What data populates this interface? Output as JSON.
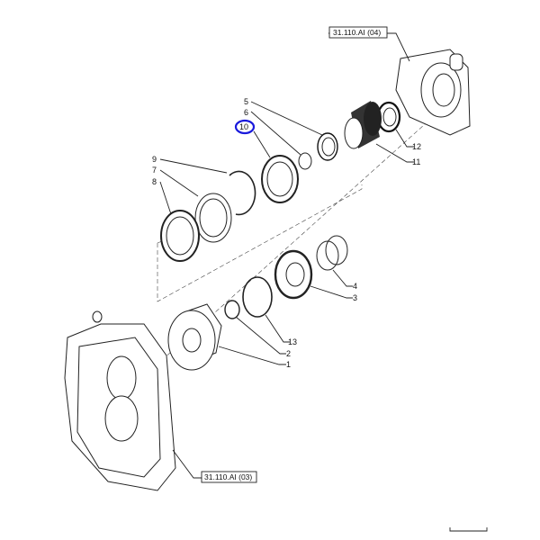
{
  "references": {
    "top_ref": "31.110.AI (04)",
    "bottom_ref": "31.110.AI (03)"
  },
  "callouts": {
    "c1": "1",
    "c2": "2",
    "c3": "3",
    "c4": "4",
    "c5": "5",
    "c6": "6",
    "c7": "7",
    "c8": "8",
    "c9": "9",
    "c10": "10",
    "c11": "11",
    "c12": "12",
    "c13": "13"
  },
  "highlight": {
    "callout": "10",
    "color": "#1a1adc"
  }
}
